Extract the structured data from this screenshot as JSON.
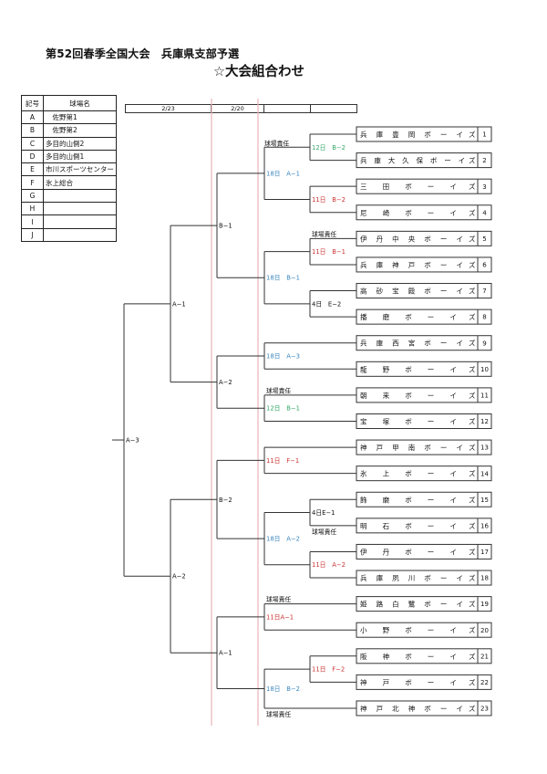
{
  "header": {
    "title": "第52回春季全国大会　兵庫県支部予選",
    "subtitle": "☆大会組合わせ"
  },
  "venues": {
    "headers": [
      "記号",
      "球場名"
    ],
    "rows": [
      {
        "code": "A",
        "name": "　佐野第1"
      },
      {
        "code": "B",
        "name": "　佐野第2"
      },
      {
        "code": "C",
        "name": "多目的山側2"
      },
      {
        "code": "D",
        "name": "多目的山側1"
      },
      {
        "code": "E",
        "name": "市川スポーツセンター"
      },
      {
        "code": "F",
        "name": "氷上総合"
      },
      {
        "code": "G",
        "name": ""
      },
      {
        "code": "H",
        "name": ""
      },
      {
        "code": "I",
        "name": ""
      },
      {
        "code": "J",
        "name": ""
      }
    ]
  },
  "dates": [
    "2/23",
    "2/20",
    "",
    ""
  ],
  "colors": {
    "line": "#333333",
    "red_guide": "#e8b4b8",
    "green": "#33a867",
    "blue": "#3a86bf",
    "red": "#cc3333",
    "black": "#111111"
  },
  "teams": [
    {
      "num": "1",
      "name": "兵庫豊岡ボーイズ"
    },
    {
      "num": "2",
      "name": "兵庫大久保ボーイズ"
    },
    {
      "num": "3",
      "name": "三田ボーイズ"
    },
    {
      "num": "4",
      "name": "尼崎ボーイズ"
    },
    {
      "num": "5",
      "name": "伊丹中央ボーイズ"
    },
    {
      "num": "6",
      "name": "兵庫神戸ボーイズ"
    },
    {
      "num": "7",
      "name": "高砂宝殿ボーイズ"
    },
    {
      "num": "8",
      "name": "播磨ボーイズ"
    },
    {
      "num": "9",
      "name": "兵庫西宮ボーイズ"
    },
    {
      "num": "10",
      "name": "龍野ボーイズ"
    },
    {
      "num": "11",
      "name": "朝来ボーイズ"
    },
    {
      "num": "12",
      "name": "宝塚ボーイズ"
    },
    {
      "num": "13",
      "name": "神戸甲南ボーイズ"
    },
    {
      "num": "14",
      "name": "氷上ボーイズ"
    },
    {
      "num": "15",
      "name": "飾磨ボーイズ"
    },
    {
      "num": "16",
      "name": "明石ボーイズ"
    },
    {
      "num": "17",
      "name": "伊丹ボーイズ"
    },
    {
      "num": "18",
      "name": "兵庫夙川ボーイズ"
    },
    {
      "num": "19",
      "name": "姫路白鷺ボーイズ"
    },
    {
      "num": "20",
      "name": "小野ボーイズ"
    },
    {
      "num": "21",
      "name": "阪神ボーイズ"
    },
    {
      "num": "22",
      "name": "神戸ボーイズ"
    },
    {
      "num": "23",
      "name": "神戸北神ボーイズ"
    }
  ],
  "matches": [
    {
      "id": "m1",
      "round": 1,
      "a": "t1",
      "b": "t2",
      "label": "12日　B−2",
      "color": "green",
      "duty": "球場責任",
      "duty_pos": "above-left"
    },
    {
      "id": "m2",
      "round": 1,
      "a": "t3",
      "b": "t4",
      "label": "11日　B−2",
      "color": "red"
    },
    {
      "id": "m3",
      "round": 1,
      "a": "t5",
      "b": "t6",
      "label": "11日　B−1",
      "color": "red",
      "duty": "球場責任",
      "duty_pos": "top"
    },
    {
      "id": "m4",
      "round": 1,
      "a": "t7",
      "b": "t8",
      "label": "4日　E−2",
      "color": "black"
    },
    {
      "id": "m5",
      "round": 1,
      "a": "t15",
      "b": "t16",
      "label": "4日E−1",
      "color": "black",
      "duty": "球場責任",
      "duty_pos": "bottom"
    },
    {
      "id": "m6",
      "round": 1,
      "a": "t17",
      "b": "t18",
      "label": "11日　A−2",
      "color": "red"
    },
    {
      "id": "m7",
      "round": 1,
      "a": "t21",
      "b": "t22",
      "label": "11日　F−2",
      "color": "red"
    },
    {
      "id": "m8",
      "round": 2,
      "a": "m1",
      "b": "m2",
      "label": "18日　A−1",
      "color": "blue"
    },
    {
      "id": "m9",
      "round": 2,
      "a": "m3",
      "b": "m4",
      "label": "18日　B−1",
      "color": "blue"
    },
    {
      "id": "m10",
      "round": 2,
      "a": "t9",
      "b": "t10",
      "label": "18日　A−3",
      "color": "blue"
    },
    {
      "id": "m11",
      "round": 2,
      "a": "t11",
      "b": "t12",
      "label": "12日　B−1",
      "color": "green",
      "duty": "球場責任",
      "duty_pos": "top"
    },
    {
      "id": "m12",
      "round": 2,
      "a": "t13",
      "b": "t14",
      "label": "11日　F−1",
      "color": "red"
    },
    {
      "id": "m13",
      "round": 2,
      "a": "m5",
      "b": "m6",
      "label": "18日　A−2",
      "color": "blue"
    },
    {
      "id": "m14",
      "round": 2,
      "a": "t19",
      "b": "t20",
      "label": "11日A−1",
      "color": "red",
      "duty": "球場責任",
      "duty_pos": "top"
    },
    {
      "id": "m15",
      "round": 2,
      "a": "m7",
      "b": "t23",
      "label": "18日　B−2",
      "color": "blue",
      "duty": "球場責任",
      "duty_pos": "bottom"
    },
    {
      "id": "m16",
      "round": 3,
      "a": "m8",
      "b": "m9",
      "label": "B−1",
      "color": "black"
    },
    {
      "id": "m17",
      "round": 3,
      "a": "m10",
      "b": "m11",
      "label": "A−2",
      "color": "black"
    },
    {
      "id": "m18",
      "round": 3,
      "a": "m12",
      "b": "m13",
      "label": "B−2",
      "color": "black"
    },
    {
      "id": "m19",
      "round": 3,
      "a": "m14",
      "b": "m15",
      "label": "A−1",
      "color": "black"
    },
    {
      "id": "m20",
      "round": 4,
      "a": "m16",
      "b": "m17",
      "label": "A−1",
      "color": "black"
    },
    {
      "id": "m21",
      "round": 4,
      "a": "m18",
      "b": "m19",
      "label": "A−2",
      "color": "black"
    },
    {
      "id": "m22",
      "round": 5,
      "a": "m20",
      "b": "m21",
      "label": "A−3",
      "color": "black"
    }
  ]
}
